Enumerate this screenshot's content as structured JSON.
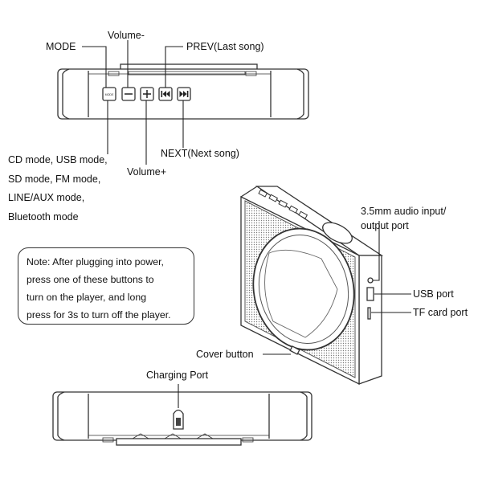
{
  "labels": {
    "mode": "MODE",
    "volume_minus": "Volume-",
    "prev": "PREV(Last song)",
    "next": "NEXT(Next song)",
    "volume_plus": "Volume+",
    "audio_port": [
      "3.5mm audio input/",
      "output port"
    ],
    "usb_port": "USB port",
    "tf_port": "TF card port",
    "cover_button": "Cover button",
    "charging_port": "Charging Port",
    "mode_button_text": "MODE"
  },
  "mode_list": [
    "CD mode, USB mode,",
    "SD mode, FM mode,",
    "LINE/AUX mode,",
    "Bluetooth mode"
  ],
  "note": [
    "Note: After plugging into power,",
    "press one of these buttons to",
    "turn on the player, and long",
    "press for 3s to turn off the player."
  ],
  "colors": {
    "line": "#333333",
    "body": "#ffffff",
    "speaker": "#8a8a8a"
  },
  "icons": [
    "minus-icon",
    "plus-icon",
    "prev-icon",
    "next-icon"
  ]
}
